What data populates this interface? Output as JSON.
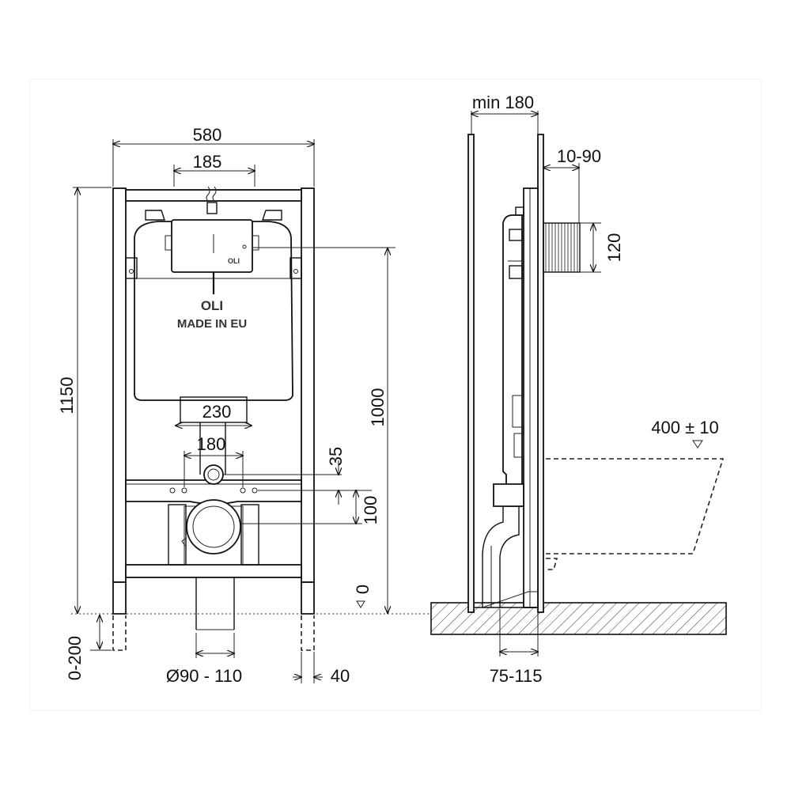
{
  "front_view": {
    "width_total": "580",
    "flush_plate_width": "185",
    "height_total": "1150",
    "bracket_spacing": "230",
    "bolt_spacing": "180",
    "offset_35": "35",
    "offset_100": "100",
    "flush_height": "1000",
    "leg_extension": "0-200",
    "drain_pipe": "Ø90 - 110",
    "leg_width": "40",
    "brand": "OLI",
    "brand_small": "OLI",
    "made_in": "MADE IN EU",
    "floor_level": "0"
  },
  "side_view": {
    "min_depth": "min 180",
    "wall_thickness": "10-90",
    "inlet_height": "120",
    "bowl_height": "400 ± 10",
    "floor_depth": "75-115"
  }
}
